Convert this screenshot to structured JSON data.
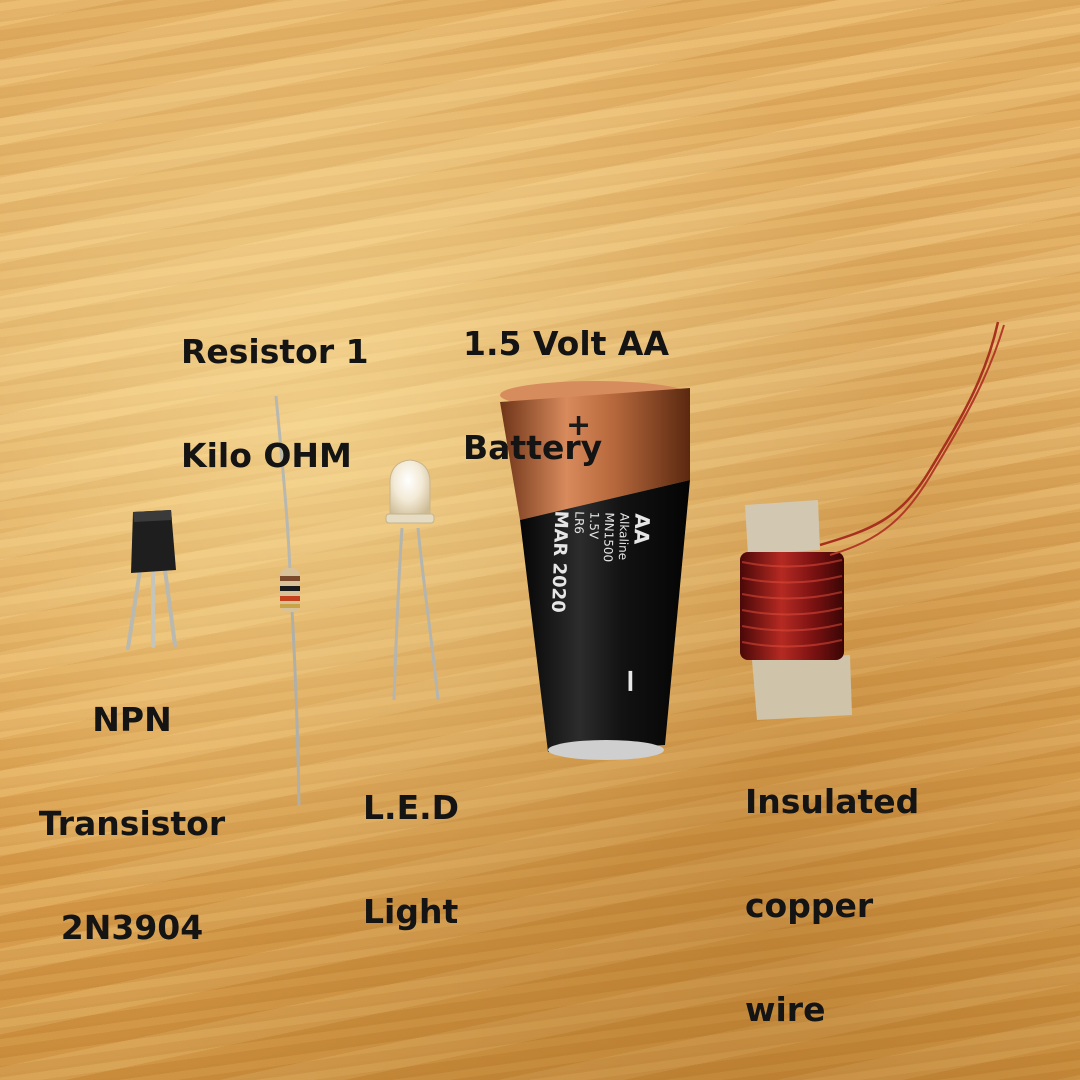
{
  "labels": {
    "transistor": {
      "line1": "NPN",
      "line2": "Transistor",
      "line3": "2N3904"
    },
    "resistor": {
      "line1": "Resistor 1",
      "line2": "Kilo OHM"
    },
    "battery": {
      "line1": "1.5 Volt AA",
      "line2": "Battery"
    },
    "led": {
      "line1": "L.E.D",
      "line2": "Light"
    },
    "wire": {
      "line1": "Insulated",
      "line2": "copper",
      "line3": "wire"
    }
  },
  "battery_print": {
    "plus": "+",
    "minus": "−",
    "size": "AA",
    "type_line1": "Alkaline",
    "type_line2": "MN1500",
    "voltage": "1.5V",
    "code": "LR6",
    "date": "MAR 2020"
  },
  "colors": {
    "wood": "#e2ab5c",
    "battery_copper": "#c8744a",
    "battery_black": "#161616",
    "wire_copper": "#9a1a1a"
  }
}
